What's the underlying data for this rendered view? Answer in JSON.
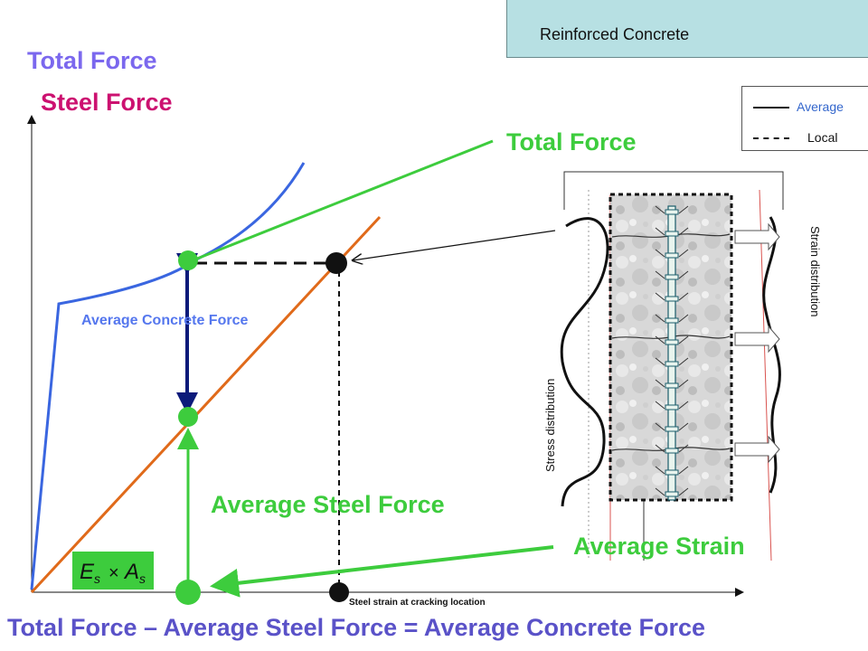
{
  "title_box": {
    "text": "Reinforced Concrete"
  },
  "legend": {
    "average_label": "Average",
    "local_label": "Local"
  },
  "labels": {
    "total_force_axis": "Total Force",
    "steel_force_axis": "Steel Force",
    "total_force_curve": "Total Force",
    "average_concrete_force": "Average Concrete Force",
    "average_steel_force": "Average Steel Force",
    "average_strain": "Average Strain",
    "steel_strain_cracking": "Steel strain at cracking location",
    "stress_distribution": "Stress distribution",
    "strain_distribution": "Strain distribution",
    "formula_es": "E",
    "formula_es_sub": "s",
    "formula_times": "×",
    "formula_as": "A",
    "formula_as_sub": "s",
    "equation": "Total Force – Average Steel Force = Average Concrete Force"
  },
  "colors": {
    "total_force_label": "#7b68ee",
    "steel_force_label": "#cc1170",
    "green": "#3dcc3d",
    "blue_curve": "#3a66e0",
    "orange_line": "#e06a1a",
    "navy_arrow": "#0b1a7a",
    "title_bg": "#b7e0e3",
    "average_concrete_label": "#5577ee",
    "formula_bg": "#3dcc3d"
  }
}
